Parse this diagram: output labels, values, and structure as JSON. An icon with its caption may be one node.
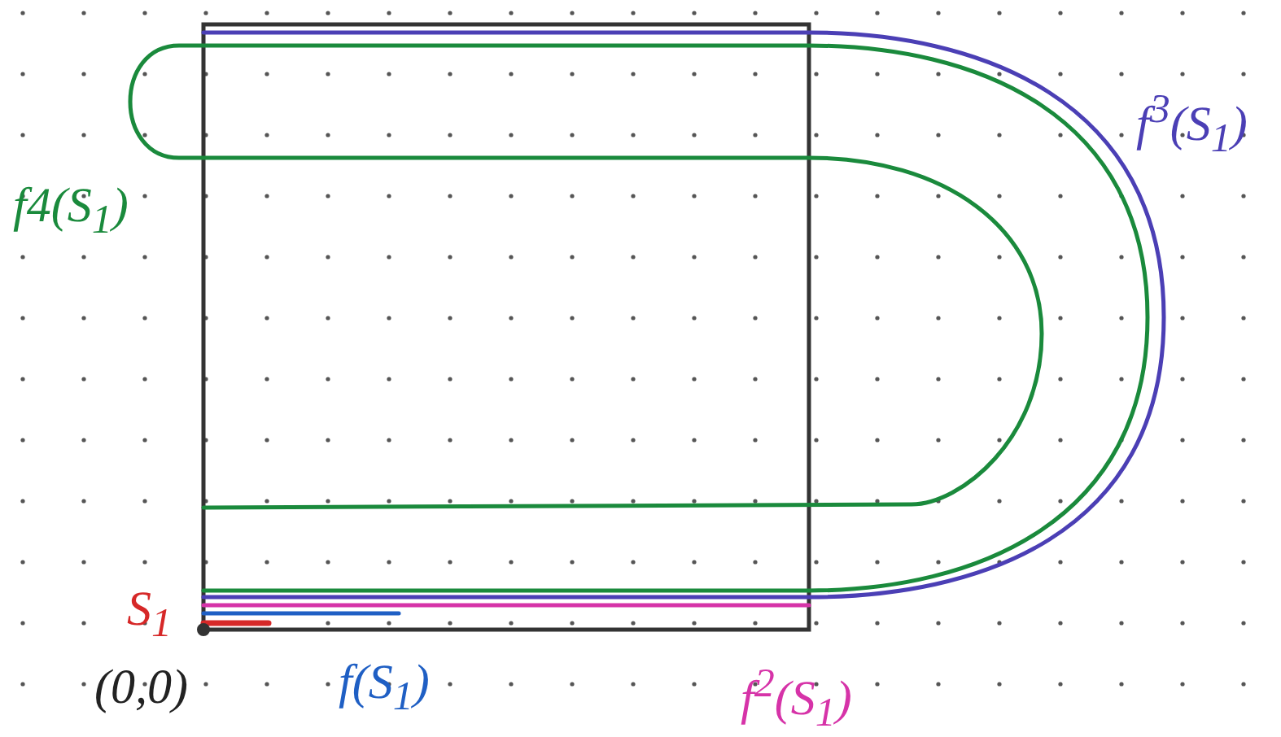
{
  "diagram": {
    "labels": [
      "f$^{3}$(S$_{1}$)",
      "f4(S$_{1}$)",
      "S$_{1}$",
      "(0,0)",
      "f(S$_{1}$)",
      "f$^{2}$(S$_{1}$)"
    ]
  }
}
